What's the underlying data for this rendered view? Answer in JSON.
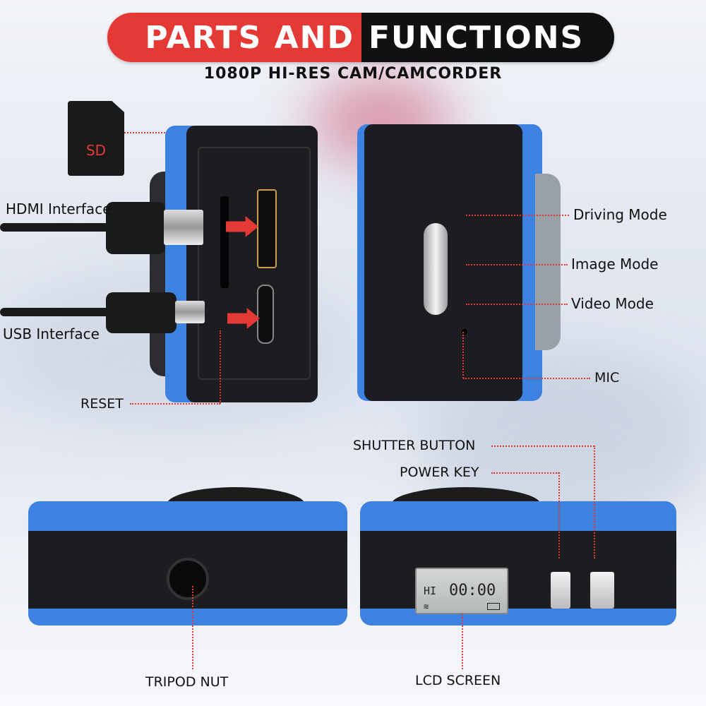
{
  "header": {
    "title_part1": "PARTS AND",
    "title_part2": "FUNCTIONS",
    "subtitle": "1080P HI-RES CAM/CAMCORDER"
  },
  "sd_card": {
    "label": "SD"
  },
  "callouts": {
    "hdmi": "HDMI Interface",
    "usb": "USB Interface",
    "reset": "RESET",
    "driving_mode": "Driving Mode",
    "image_mode": "Image Mode",
    "video_mode": "Video Mode",
    "mic": "MIC",
    "shutter": "SHUTTER BUTTON",
    "power": "POWER KEY",
    "tripod": "TRIPOD NUT",
    "lcd": "LCD SCREEN"
  },
  "lcd_display": {
    "mode": "HI",
    "time": "00:00"
  },
  "colors": {
    "accent_red": "#e53935",
    "camera_blue": "#3d82e0",
    "camera_black": "#1b1d20"
  }
}
